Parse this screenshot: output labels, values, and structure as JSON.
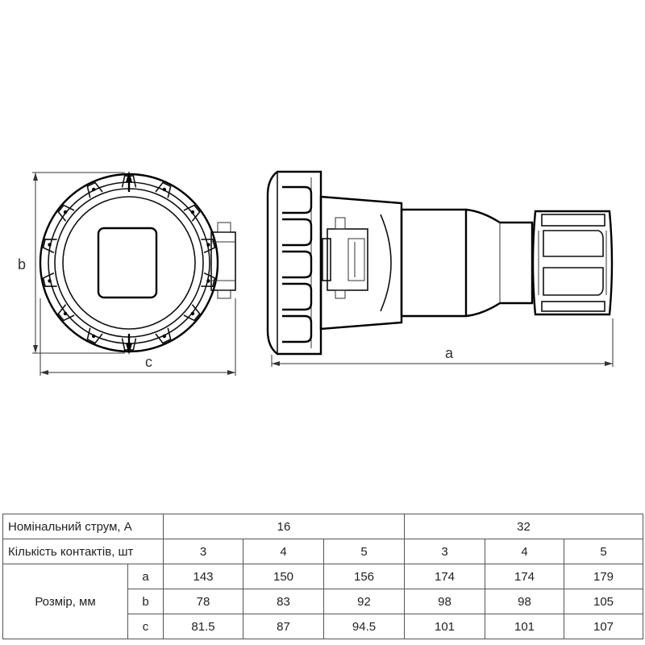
{
  "dimension_labels": {
    "a": "a",
    "b": "b",
    "c": "c"
  },
  "table": {
    "row_current_label": "Номінальний струм, А",
    "current_values": [
      "16",
      "32"
    ],
    "row_contacts_label": "Кількість контактів, шт",
    "contacts": [
      "3",
      "4",
      "5",
      "3",
      "4",
      "5"
    ],
    "size_label": "Розмір, мм",
    "rows": [
      {
        "dim": "a",
        "values": [
          "143",
          "150",
          "156",
          "174",
          "174",
          "179"
        ]
      },
      {
        "dim": "b",
        "values": [
          "78",
          "83",
          "92",
          "98",
          "98",
          "105"
        ]
      },
      {
        "dim": "c",
        "values": [
          "81.5",
          "87",
          "94.5",
          "101",
          "101",
          "107"
        ]
      }
    ]
  }
}
